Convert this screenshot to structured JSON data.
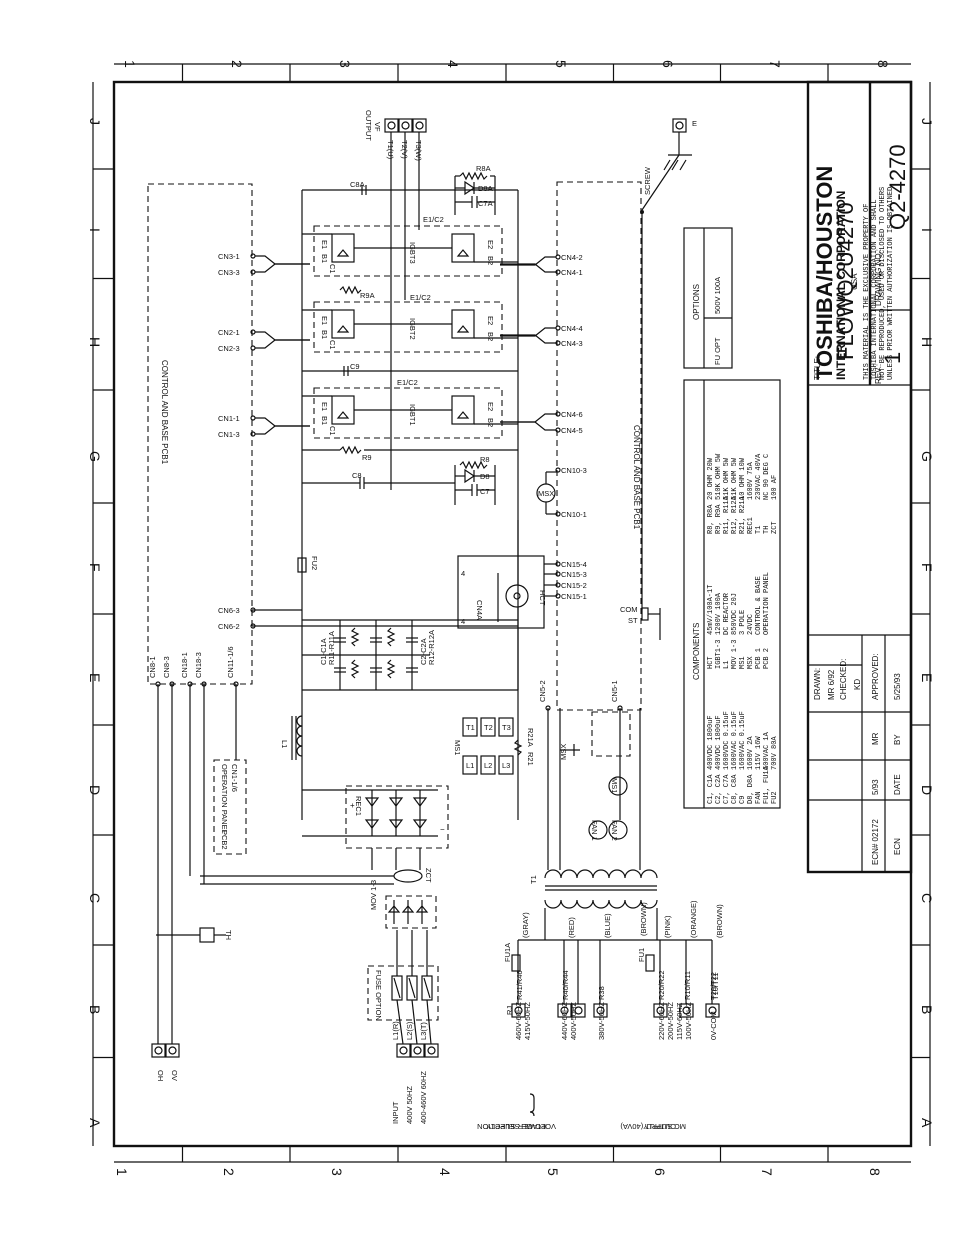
{
  "sheet": {
    "column_numbers": [
      "1",
      "2",
      "3",
      "4",
      "5",
      "6",
      "7",
      "8"
    ],
    "row_letters": [
      "A",
      "B",
      "C",
      "D",
      "E",
      "F",
      "G",
      "H",
      "I",
      "J"
    ]
  },
  "title_block": {
    "company": "TOSHIBA/HOUSTON",
    "company_sub": "INTERNATIONAL CORPORATION",
    "country": "USA",
    "notice": [
      "THIS MATERIAL IS THE EXCLUSIVE PROPERTY OF",
      "TOSHIBA INTERNATIONAL CORPORATION AND SHALL",
      "NOT BE REPRODUCED, USED OR DISCLOSED TO OTHERS",
      "UNLESS PRIOR WRITTEN AUTHORIZATION IS OBTAINED."
    ],
    "title_label": "TITLE:",
    "title": "FLOWQ2U4270",
    "drawing_no_label": "DRAWING NO.:",
    "drawing_no": "Q2-4270",
    "rev_label": "REV.:",
    "rev": "1",
    "drawn_label": "DRAWN:",
    "drawn": "MR 6/92",
    "checked_label": "CHECKED:",
    "checked": "KD",
    "approved_label": "APPROVED:",
    "approved": "5/25/93",
    "ecn_label": "ECN",
    "ecn_no": "ECN# 02172",
    "date_label": "DATE",
    "date": "5/93",
    "by_label": "BY",
    "by": "MR"
  },
  "options": {
    "heading": "OPTIONS",
    "rows": [
      [
        "FU OPT",
        "500V 100A"
      ]
    ]
  },
  "components": {
    "heading": "COMPONENTS",
    "col1": [
      [
        "C1, C1A",
        "400VDC 1800uF"
      ],
      [
        "C2, C2A",
        "400VDC 1800uF"
      ],
      [
        "C7, C7A",
        "1600VDC 0.15uF"
      ],
      [
        "C8, C8A",
        "1600VAC 0.15uF"
      ],
      [
        "C9",
        "1600VAC 0.15uF"
      ],
      [
        "D8, D8A",
        "1600V 2A"
      ],
      [
        "FAN",
        "115V 16W"
      ],
      [
        "FU1, FU1A",
        "600VAC 1A"
      ],
      [
        "FU2",
        "700V 80A"
      ]
    ],
    "col2": [
      [
        "HCT",
        "45mV/100A-1T"
      ],
      [
        "IGBT1-3",
        "1200V 100A"
      ],
      [
        "L1",
        "DC REACTOR"
      ],
      [
        "MOV 1-3",
        "850VDC 20J"
      ],
      [
        "MS1",
        "3 POLE"
      ],
      [
        "MSX",
        "24VDC"
      ],
      [
        "PCB 1",
        "CONTROL & BASE"
      ],
      [
        "PCB 2",
        "OPERATION PANEL"
      ]
    ],
    "col3": [
      [
        "R8, R8A",
        "20 OHM 20W"
      ],
      [
        "R9, R9A",
        "510K OHM 5W"
      ],
      [
        "R11, R11A",
        "51K OHM 5W"
      ],
      [
        "R12, R12A",
        "51K OHM 5W"
      ],
      [
        "R21, R21A",
        "10 OHM 10W"
      ],
      [
        "REC1",
        "1600V 75A"
      ],
      [
        "T1",
        "230VAC 40VA"
      ],
      [
        "TH",
        "NC 90 DEG C"
      ],
      [
        "ZCT",
        "100 AF"
      ]
    ]
  },
  "labels": {
    "pcb1_left": "CONTROL AND BASE PCB1",
    "pcb1_right": "CONTROL AND BASE PCB1",
    "output": "OUTPUT",
    "output_vf": "VF",
    "t1u": "T1(U)",
    "t2v": "T2(V)",
    "t3w": "T3(W)",
    "ground_e": "E",
    "screw": "SCREW",
    "e1c2": "E1/C2",
    "igbt1": "IGBT1",
    "igbt2": "IGBT2",
    "igbt3": "IGBT3",
    "r8a": "R8A",
    "d8a": "D8A",
    "c7a": "C7A",
    "c8a": "C8A",
    "r9a": "R9A",
    "c9": "C9",
    "r9": "R9",
    "r8": "R8",
    "d8": "D8",
    "c7": "C7",
    "c8": "C8",
    "msx": "MSX",
    "fu2": "FU2",
    "hct": "HCT",
    "cn4a": "CN4A",
    "com": "COM",
    "st": "ST",
    "c1": "C1-C1A",
    "r11": "R11-R11A",
    "c2": "C2-C2A",
    "r12": "R12-R12A",
    "ms1": "MS1",
    "r21": "R21",
    "r21a": "R21A",
    "l1": "L1",
    "rec1": "REC1",
    "zct": "ZCT",
    "op_panel": "OPERATION PANEL",
    "pcb2": "PCB2",
    "cn1_6": "CN1-1/6",
    "mov": "MOV 1-3",
    "tm": "TH",
    "fuse_option": "FUSE OPTION",
    "t1": "T1",
    "fu1": "FU1",
    "fu1a": "FU1A",
    "rj": "RJ",
    "fan1": "FAN 1",
    "fan2": "FAN 2",
    "ms1_coil": "MS1",
    "msx_coil": "MSX",
    "oh": "OH",
    "ov": "OV",
    "input": "INPUT",
    "input_1": "400V 50HZ",
    "input_2": "400-460V 60HZ",
    "l1r": "L1(R)",
    "l2s": "L2(S)",
    "l3t": "L3(T)",
    "power_supply_1": "POWER SUPPLY",
    "power_supply_2": "VOLTAGE SELECTION",
    "mc_supply_1": "OUTPUT (40VA)",
    "mc_supply_2": "MC SUPPLY",
    "tap_gray": "(GRAY)",
    "tap_red": "(RED)",
    "tap_blue": "(BLUE)",
    "tap_brown": "(BROWN)",
    "tap_pink": "(PINK)",
    "tap_orange": "(ORANGE)",
    "tap_brown2": "(BROWN)",
    "r41": "R41/R46",
    "r40": "R40/R44",
    "r38": "R38",
    "r20": "R20/R22",
    "r10": "R10/R11",
    "t20": "T20/T22",
    "t10": "T10/T11",
    "v460": "460V-60HZ",
    "v415": "415V-50HZ",
    "v440": "440V-60HZ",
    "v400": "400V-50HZ",
    "v380": "380V-50HZ",
    "v220": "220V-60HZ",
    "v200": "200V-50HZ",
    "v115": "115V-60HZ",
    "v100": "100V-50HZ",
    "ovcom": "0V-COM"
  },
  "connectors_left": [
    "CN3-1",
    "CN3-3",
    "CN2-1",
    "CN2-3",
    "CN1-1",
    "CN1-3",
    "CN6-3",
    "CN6-2"
  ],
  "connectors_right": [
    "CN4-2",
    "CN4-1",
    "CN4-4",
    "CN4-3",
    "CN4-6",
    "CN4-5",
    "CN10-3",
    "CN10-1",
    "CN15-4",
    "CN15-3",
    "CN15-2",
    "CN15-1"
  ],
  "connectors_bottom": [
    "CN8-1",
    "CN8-3",
    "CN18-1",
    "CN18-3",
    "CN11-1/6",
    "CN5-2",
    "CN5-1"
  ]
}
